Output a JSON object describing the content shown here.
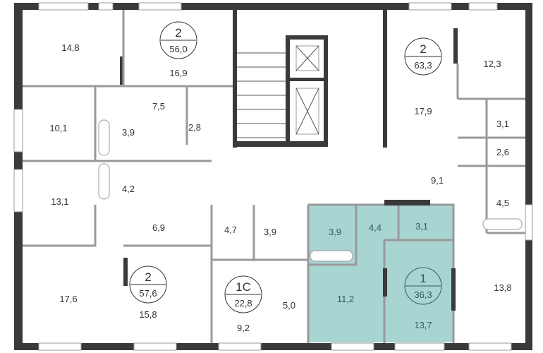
{
  "plan": {
    "highlight_color": "#a8d4d1",
    "wall_color": "#3a3a3a",
    "apartments": [
      {
        "rooms": "2",
        "area": "56,0"
      },
      {
        "rooms": "2",
        "area": "63,3"
      },
      {
        "rooms": "2",
        "area": "57,6"
      },
      {
        "rooms": "1С",
        "area": "22,8"
      },
      {
        "rooms": "1",
        "area": "36,3",
        "highlighted": true
      }
    ],
    "room_areas": {
      "r148": "14,8",
      "r169": "16,9",
      "r101": "10,1",
      "r75": "7,5",
      "r39a": "3,9",
      "r28": "2,8",
      "r42": "4,2",
      "r131": "13,1",
      "r69": "6,9",
      "r47": "4,7",
      "r39b": "3,9",
      "r39c": "3,9",
      "r44": "4,4",
      "r31a": "3,1",
      "r91": "9,1",
      "r45": "4,5",
      "r26": "2,6",
      "r31b": "3,1",
      "r123": "12,3",
      "r179": "17,9",
      "r176": "17,6",
      "r158": "15,8",
      "r92": "9,2",
      "r50": "5,0",
      "r112": "11,2",
      "r137": "13,7",
      "r138": "13,8"
    }
  }
}
